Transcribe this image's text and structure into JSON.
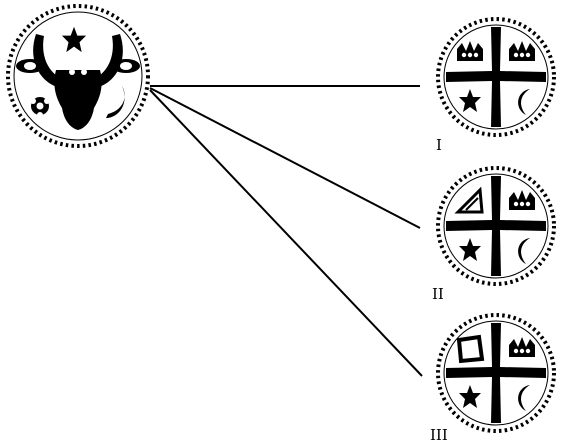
{
  "colors": {
    "ink": "#000000",
    "background": "#ffffff"
  },
  "obverse": {
    "icons": [
      "aurochs-head-icon",
      "star-icon",
      "rose-icon",
      "crescent-icon"
    ]
  },
  "reverse_variants": [
    {
      "label": "I",
      "icons": [
        "cross-icon",
        "crown-icon",
        "crown-icon",
        "star-icon",
        "crescent-icon"
      ]
    },
    {
      "label": "II",
      "icons": [
        "cross-icon",
        "triangle-icon",
        "crown-icon",
        "star-icon",
        "crescent-icon"
      ]
    },
    {
      "label": "III",
      "icons": [
        "cross-icon",
        "square-icon",
        "crown-icon",
        "star-icon",
        "crescent-icon"
      ]
    }
  ]
}
